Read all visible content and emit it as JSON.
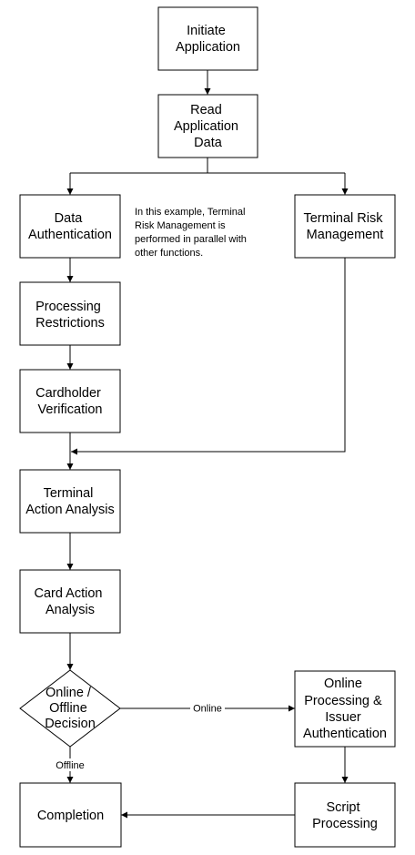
{
  "nodes": {
    "initiate": [
      "Initiate",
      "Application"
    ],
    "read": [
      "Read",
      "Application",
      "Data"
    ],
    "data_auth": [
      "Data",
      "Authentication"
    ],
    "terminal_risk": [
      "Terminal Risk",
      "Management"
    ],
    "processing": [
      "Processing",
      "Restrictions"
    ],
    "cardholder": [
      "Cardholder",
      "Verification"
    ],
    "terminal_action": [
      "Terminal",
      "Action Analysis"
    ],
    "card_action": [
      "Card Action",
      "Analysis"
    ],
    "decision": [
      "Online /",
      "Offline",
      "Decision"
    ],
    "online_proc": [
      "Online",
      "Processing &",
      "Issuer",
      "Authentication"
    ],
    "completion": [
      "Completion"
    ],
    "script": [
      "Script",
      "Processing"
    ]
  },
  "note": [
    "In this example, Terminal",
    "Risk Management is",
    "performed in parallel with",
    "other functions."
  ],
  "edges": {
    "online_label": "Online",
    "offline_label": "Offline"
  }
}
